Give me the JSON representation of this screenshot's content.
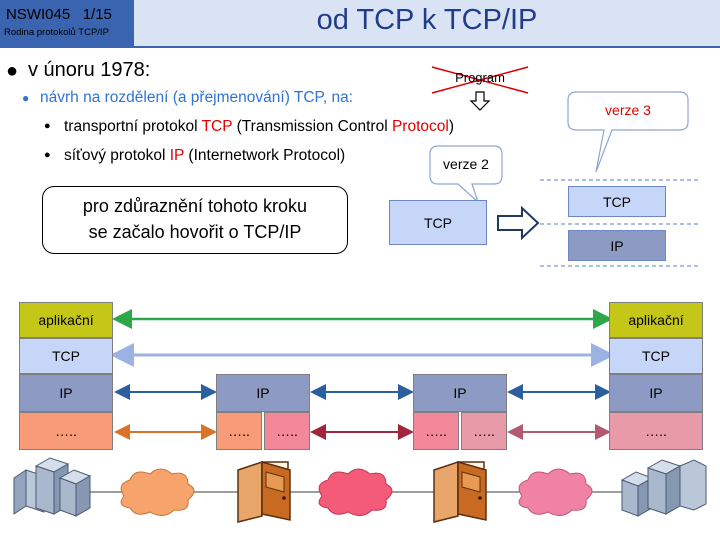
{
  "header": {
    "course": "NSWI045   1/15",
    "subtitle": "Rodina protokolů TCP/IP",
    "title": "od TCP k TCP/IP"
  },
  "bullets": {
    "b1": "v únoru 1978:",
    "b2": "návrh na rozdělení (a přejmenování) TCP, na:",
    "b3": {
      "pre": "transportní protokol ",
      "red1": "TCP",
      "mid": " (Transmission Control ",
      "red2": "Protocol",
      "post": ")"
    },
    "b4": {
      "pre": "síťový protokol ",
      "red1": "IP",
      "post": " (Internetwork Protocol)"
    }
  },
  "callout": {
    "line1": "pro zdůraznění tohoto kroku",
    "line2": "se začalo hovořit o TCP/IP"
  },
  "evolution": {
    "crossed_label": "Program",
    "v2_label": "verze 2",
    "v3_label": "verze 3",
    "v2_box": "TCP",
    "v3_boxes": [
      "TCP",
      "IP"
    ]
  },
  "stack": {
    "left": [
      "aplikační",
      "TCP",
      "IP",
      "….."
    ],
    "router1": {
      "ip": "IP",
      "links": [
        "…..",
        "….."
      ]
    },
    "router2": {
      "ip": "IP",
      "links": [
        "…..",
        "….."
      ]
    },
    "right": [
      "aplikační",
      "TCP",
      "IP",
      "….."
    ]
  },
  "colors": {
    "header_blue": "#3a63b0",
    "title_blue": "#1f3d8a",
    "bullet_blue": "#2e75d6",
    "red": "#e00000",
    "arrow_app": "#2ea64a",
    "arrow_tcp": "#9cb2e3",
    "arrow_ip": "#2c5f9e",
    "arrow_link_orange": "#d9732a",
    "arrow_link_red": "#a0253d",
    "arrow_link_pink": "#b35a6e"
  }
}
